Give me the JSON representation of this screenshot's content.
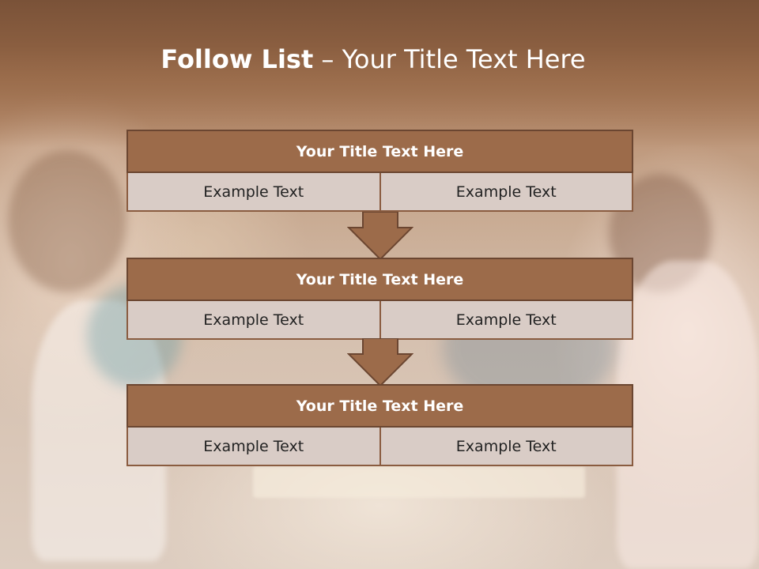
{
  "slide": {
    "title_bold": "Follow List",
    "title_rest": " – Your Title Text Here"
  },
  "blocks": [
    {
      "title": "Your Title Text Here",
      "left": "Example Text",
      "right": "Example Text"
    },
    {
      "title": "Your Title Text Here",
      "left": "Example Text",
      "right": "Example Text"
    },
    {
      "title": "Your Title Text Here",
      "left": "Example Text",
      "right": "Example Text"
    }
  ],
  "colors": {
    "header_fill": "#9c6b4a",
    "header_border": "#6b4631",
    "cell_fill": "#d9ccc6",
    "arrow_fill": "#9c6b4a"
  }
}
